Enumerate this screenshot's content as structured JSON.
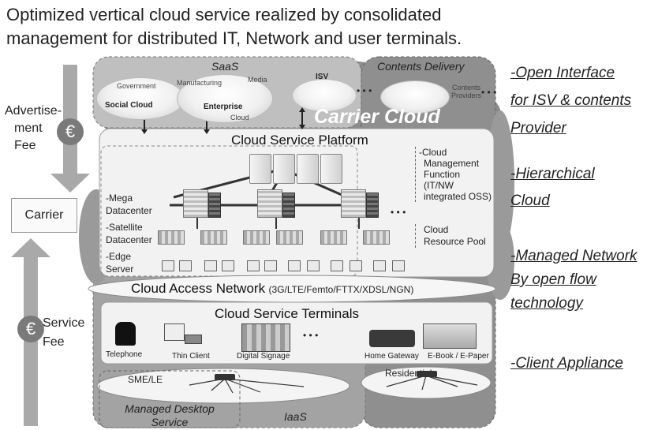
{
  "title": {
    "line1": "Optimized vertical cloud service realized by consolidated",
    "line2": "management for distributed IT, Network and user terminals."
  },
  "left": {
    "advertisement_fee": [
      "Advertise-",
      "ment",
      "Fee"
    ],
    "carrier": "Carrier",
    "service_fee": [
      "Service",
      "Fee"
    ],
    "euro_symbol": "€"
  },
  "top": {
    "saas": "SaaS",
    "contents_delivery": "Contents Delivery",
    "government": "Government",
    "manufacturing": "Manufacturing",
    "media": "Media",
    "social_cloud": "Social Cloud",
    "enterprise": "Enterprise",
    "cloud": "Cloud",
    "isv": "ISV",
    "contents_providers": [
      "Contents",
      "Providers"
    ],
    "ellipsis": "• • •",
    "carrier_cloud": "Carrier Cloud"
  },
  "platform": {
    "title": "Cloud Service Platform",
    "mega_datacenter": [
      "-Mega",
      "Datacenter"
    ],
    "satellite_datacenter": [
      "-Satellite",
      "Datacenter"
    ],
    "edge_server": [
      "-Edge",
      "Server"
    ],
    "management": [
      "-Cloud",
      "Management",
      "Function",
      "(IT/NW",
      "integrated OSS)"
    ],
    "resource_pool": [
      "Cloud",
      "Resource Pool"
    ],
    "ellipsis": "• • •"
  },
  "access": {
    "title": "Cloud Access Network",
    "tech": "(3G/LTE/Femto/FTTX/XDSL/NGN)"
  },
  "terminals": {
    "title": "Cloud Service Terminals",
    "telephone": "Telephone",
    "thin_client": "Thin Client",
    "digital_signage": "Digital Signage",
    "home_gateway": "Home Gateway",
    "ebook": "E-Book / E-Paper",
    "ellipsis": "• • •"
  },
  "bottom": {
    "sme": "SME/LE",
    "residential": "Residential",
    "managed_desktop": [
      "Managed Desktop",
      "Service"
    ],
    "iaas": "IaaS"
  },
  "right": {
    "open_interface": [
      "-Open Interface",
      "for ISV & contents",
      "Provider"
    ],
    "hierarchical": [
      "-Hierarchical",
      "Cloud"
    ],
    "managed_network": [
      "-Managed Network",
      "By open flow",
      "technology"
    ],
    "client_appliance": "-Client Appliance"
  },
  "colors": {
    "panel_gray": "#8f8f8f",
    "panel_light": "#f2f2f2",
    "arrow_gray": "#a9a9a9",
    "euro_gray": "#7a7a7a"
  }
}
